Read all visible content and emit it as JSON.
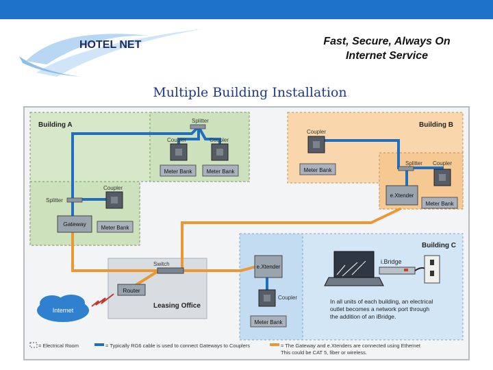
{
  "brand": {
    "logo_text": "HOTEL NET",
    "tagline_line1": "Fast, Secure, Always On",
    "tagline_line2": "Internet Service"
  },
  "title": "Multiple Building Installation",
  "diagram": {
    "buildings": {
      "a": "Building A",
      "b": "Building B",
      "c": "Building C",
      "office": "Leasing Office"
    },
    "labels": {
      "splitter": "Splitter",
      "coupler": "Coupler",
      "meter_bank": "Meter Bank",
      "gateway": "Gateway",
      "switch": "Switch",
      "router": "Router",
      "internet": "Internet",
      "extender": "e.Xtender",
      "ibridge": "i.Bridge"
    },
    "note": [
      "In all units of each building, an electrical",
      "outlet becomes a network port through",
      "the addition of an iBridge."
    ],
    "legend": {
      "electrical_room": "= Electrical Room",
      "blue_cable": "= Typically RG6 cable is used to connect Gateways to Couplers",
      "orange_cable_line1": "= The Gateway and e.Xtenders are connected using Ethernet",
      "orange_cable_line2": "This could be CAT 5, fiber or wireless."
    }
  },
  "colors": {
    "header_bar": "#1e73c8",
    "building_a": "#d6e8c8",
    "building_b": "#f9d6ac",
    "building_c": "#d3e6f6",
    "office": "#d8dde2",
    "blue_cable": "#1f6fc1",
    "orange_cable": "#eb9834"
  }
}
